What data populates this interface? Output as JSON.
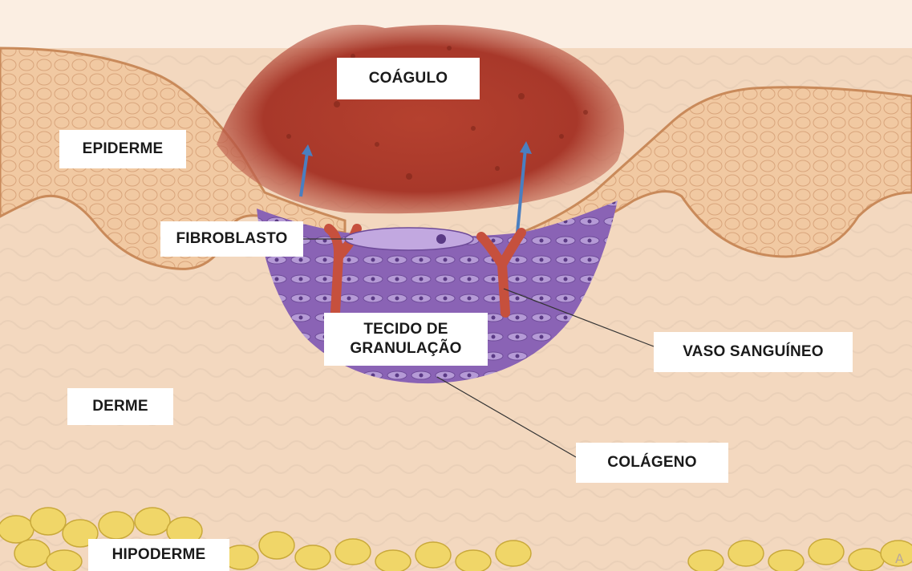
{
  "labels": {
    "coagulo": "COÁGULO",
    "epiderme": "EPIDERME",
    "fibroblasto": "FIBROBLASTO",
    "tecido_line1": "TECIDO DE",
    "tecido_line2": "GRANULAÇÃO",
    "vaso": "VASO SANGUÍNEO",
    "derme": "DERME",
    "colageno": "COLÁGENO",
    "hipoderme": "HIPODERME"
  },
  "corner_mark": "A",
  "colors": {
    "background": "#f3d8bf",
    "epidermis": "#f0c9a3",
    "epidermis_border": "#c98a5a",
    "clot": "#a8382a",
    "granulation": "#8a63b5",
    "vessel": "#c6503d",
    "fat": "#f0d668",
    "label_bg": "#ffffff",
    "leader_line": "#333333"
  }
}
